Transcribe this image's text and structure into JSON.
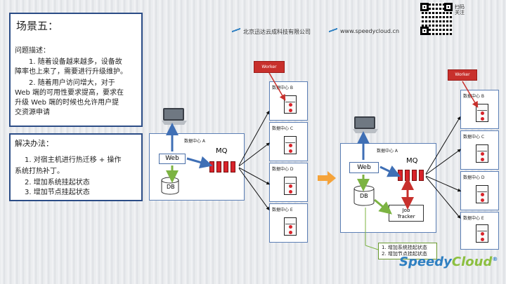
{
  "scenario": {
    "title": "场景五：",
    "problem_heading": "问题描述：",
    "problem_line1": "1. 随着设备越来越多，设备故",
    "problem_line2": "障率也上来了，需要进行升级维护。",
    "problem_line3": "2. 随着用户访问增大，对于",
    "problem_line4": "Web 端的可用性要求提高，要求在",
    "problem_line5": "升级 Web 端的时候也允许用户提",
    "problem_line6": "交资源申请"
  },
  "solution": {
    "heading": "解决办法：",
    "line1": "1. 对宿主机进行热迁移 + 操作",
    "line2": "系统打热补丁。",
    "line3": "2. 增加系统挂起状态",
    "line4": "3. 增加节点挂起状态"
  },
  "header": {
    "company": "北京迅达云成科技有限公司",
    "website": "www.speedycloud.cn",
    "qr_caption": "扫码关注"
  },
  "left_diagram": {
    "dc_a": "数据中心 A",
    "web": "Web",
    "db": "DB",
    "mq": "MQ",
    "worker": "Worker",
    "dc_b": "数据中心 B",
    "dc_c": "数据中心 C",
    "dc_d": "数据中心 D",
    "dc_e": "数据中心 E"
  },
  "right_diagram": {
    "dc_a": "数据中心 A",
    "web": "Web",
    "db": "DB",
    "mq": "MQ",
    "job1": "Job",
    "job2": "Tracker",
    "worker": "Worker",
    "dc_b": "数据中心 B",
    "dc_c": "数据中心 C",
    "dc_d": "数据中心 D",
    "dc_e": "数据中心 E",
    "note1": "1. 增加系统挂起状态",
    "note2": "2. 增加节点挂起状态"
  },
  "brand": {
    "name_a": "Speedy",
    "name_b": "Cloud",
    "mark": "®"
  },
  "colors": {
    "panel_border": "#2b4c86",
    "server_red": "#d8232a",
    "worker_red": "#c8302c",
    "arrow_blue": "#3f6fb5",
    "arrow_green": "#7cb342",
    "arrow_orange": "#f5a33a",
    "brand_blue": "#2e7fc1"
  }
}
